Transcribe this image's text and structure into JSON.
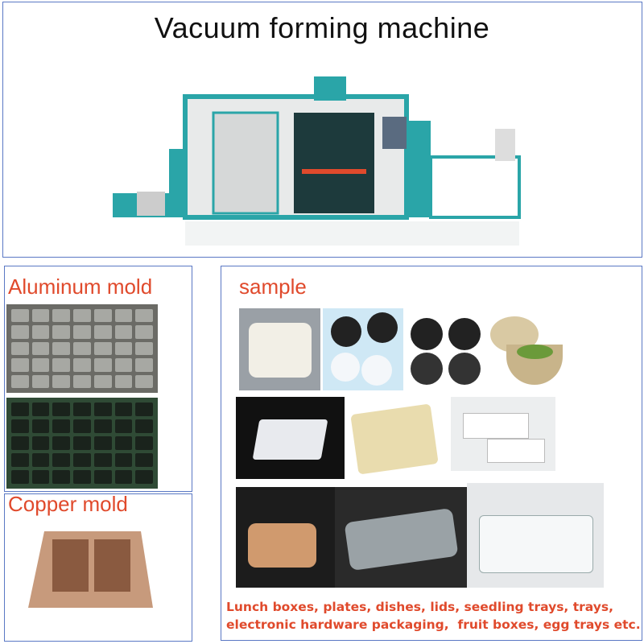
{
  "header": {
    "title": "Vacuum forming machine"
  },
  "aluminum": {
    "label": "Aluminum mold"
  },
  "copper": {
    "label": "Copper mold"
  },
  "sample": {
    "label": "sample",
    "caption_line1": "Lunch boxes, plates, dishes, lids, seedling trays, trays,",
    "caption_line2": "electronic hardware packaging,  fruit boxes, egg trays etc."
  },
  "colors": {
    "border": "#5a78c4",
    "accent": "#e04a2c",
    "machine": "#2aa5a8"
  }
}
